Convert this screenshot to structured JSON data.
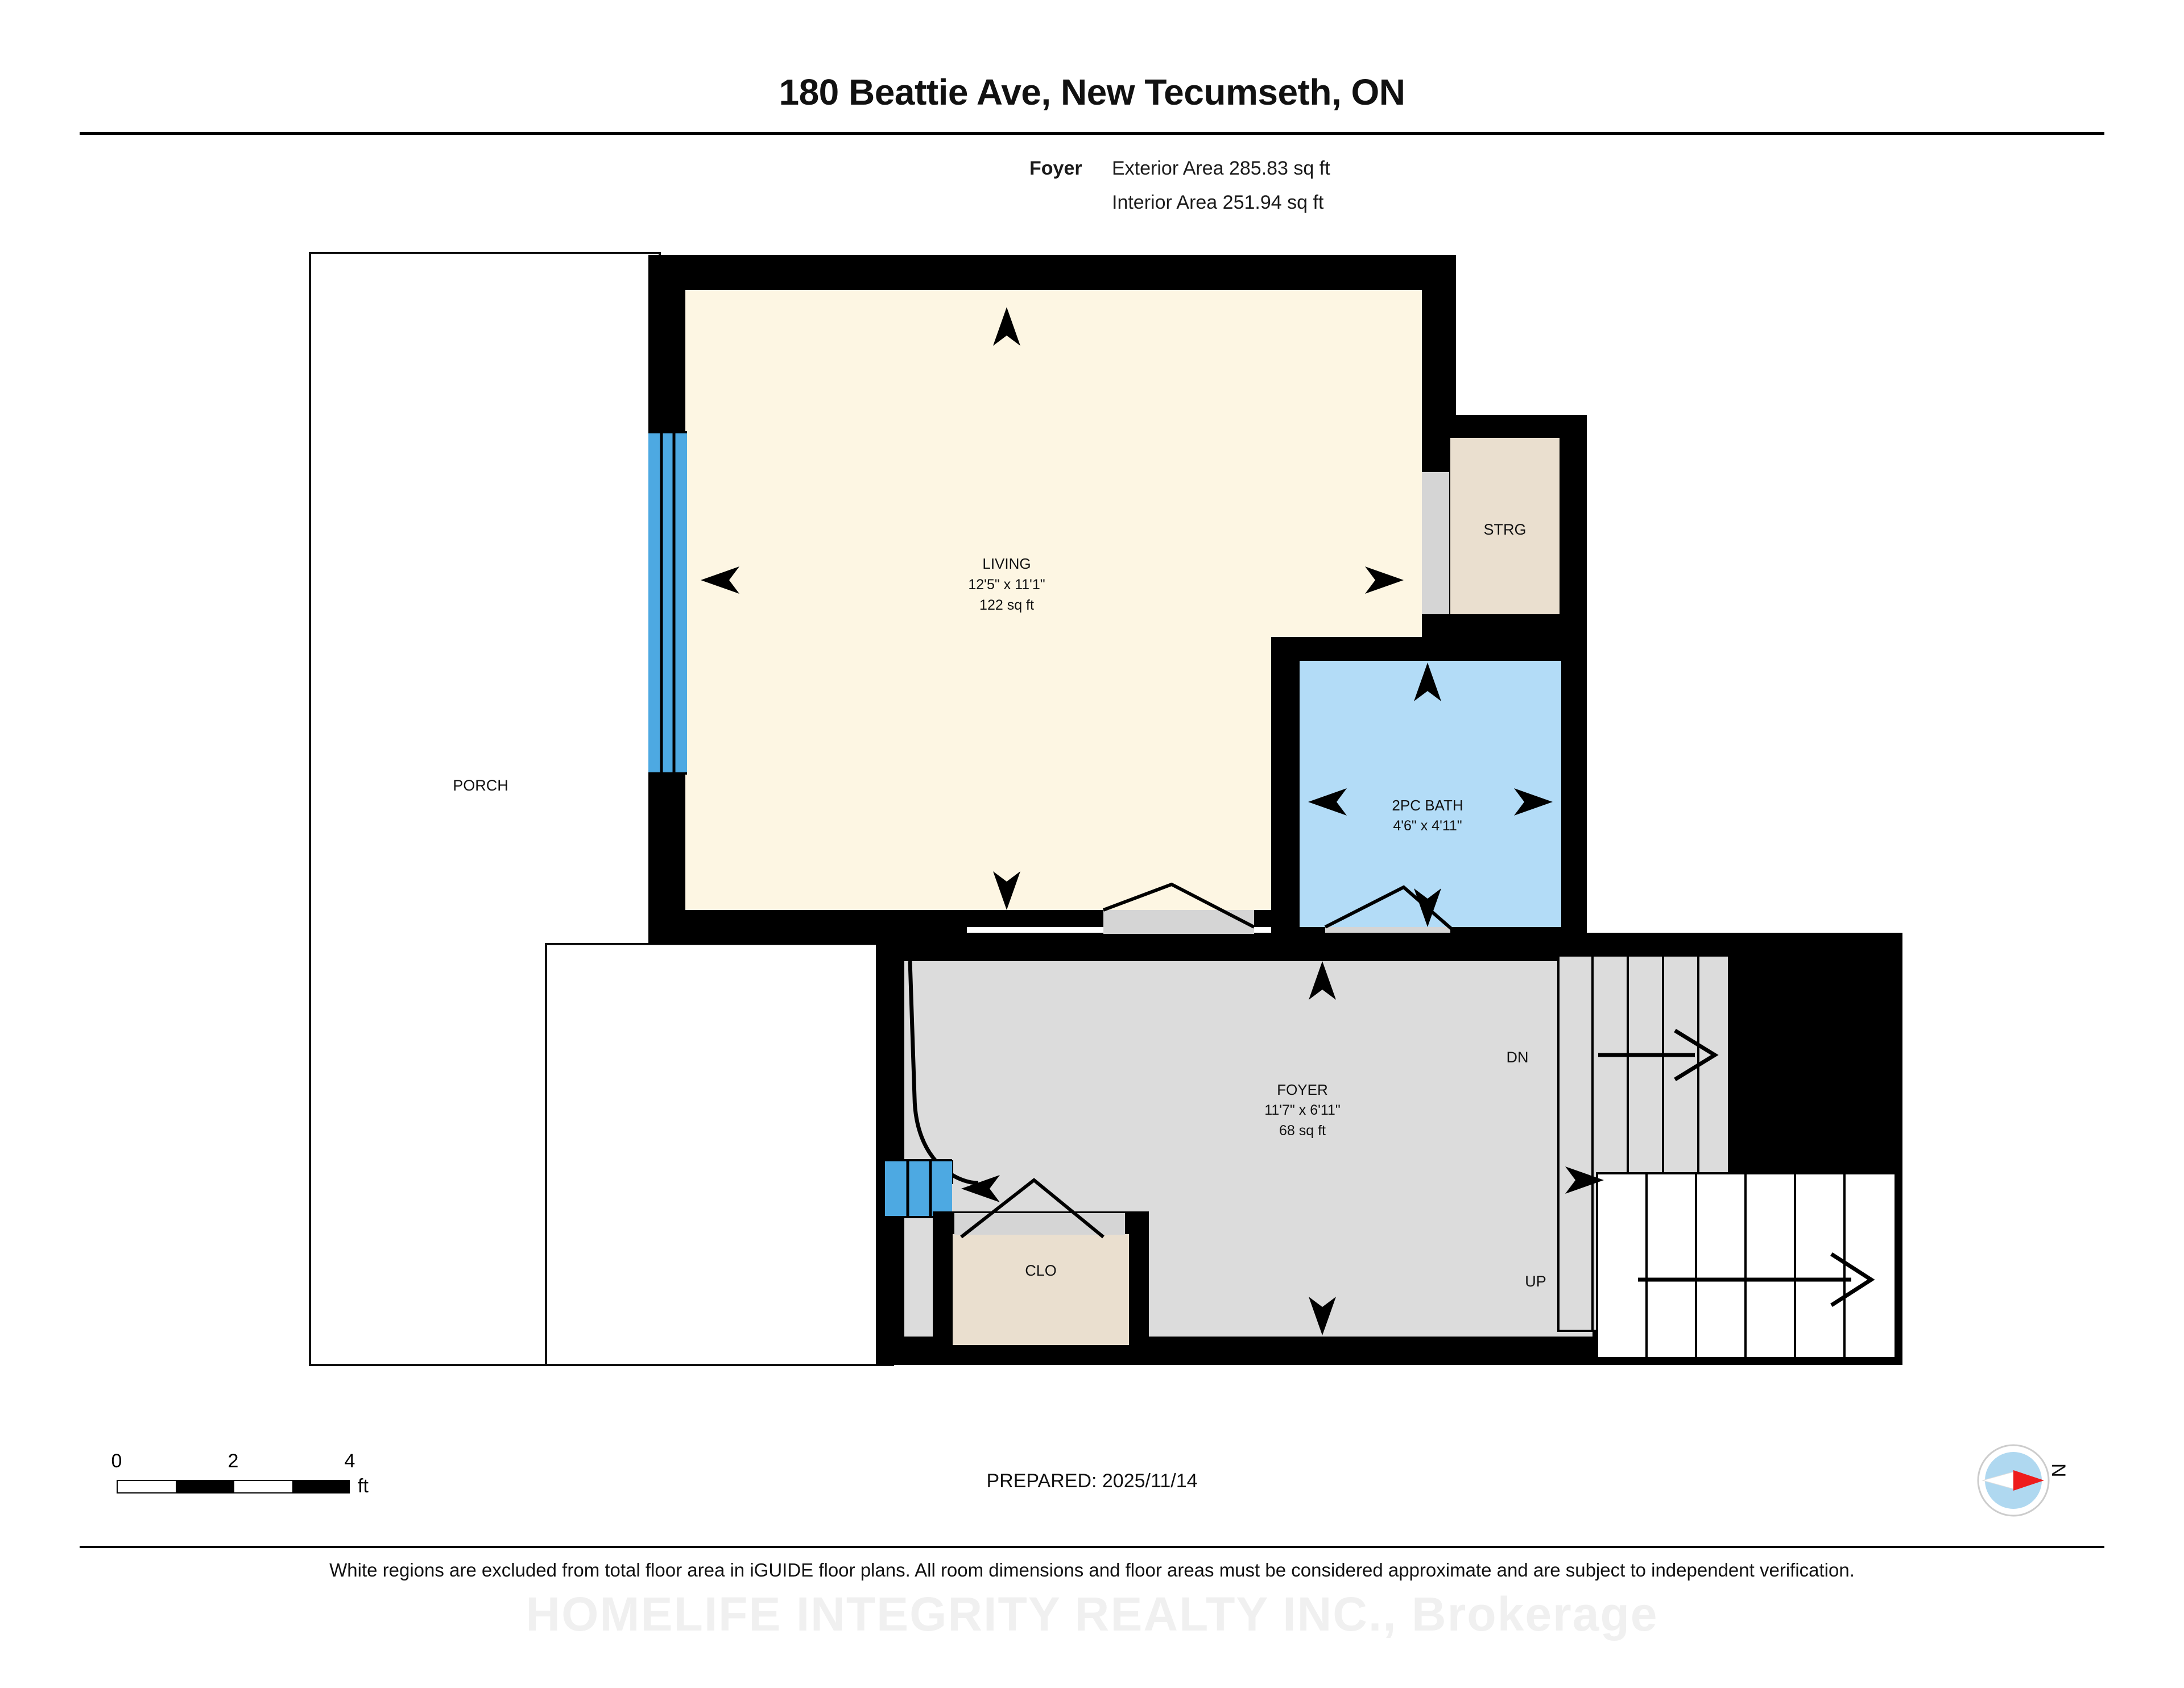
{
  "header": {
    "title": "180 Beattie Ave, New Tecumseth, ON",
    "level_label": "Foyer",
    "exterior_area": "Exterior Area 285.83 sq ft",
    "interior_area": "Interior Area 251.94 sq ft"
  },
  "rooms": {
    "living": {
      "name": "LIVING",
      "dimensions": "12'5\" x 11'1\"",
      "area": "122 sq ft",
      "fill": "#FDF6E3"
    },
    "storage": {
      "name": "STRG",
      "fill": "#EADFCF"
    },
    "bath": {
      "name": "2PC BATH",
      "dimensions": "4'6\" x 4'11\"",
      "fill": "#B3DCF7"
    },
    "foyer": {
      "name": "FOYER",
      "dimensions": "11'7\" x 6'11\"",
      "area": "68 sq ft",
      "fill": "#DCDCDC"
    },
    "closet": {
      "name": "CLO",
      "fill": "#EADFCF"
    },
    "porch": {
      "name": "PORCH",
      "fill": "#FFFFFF"
    }
  },
  "stairs": {
    "down_label": "DN",
    "up_label": "UP"
  },
  "colors": {
    "wall": "#000000",
    "window": "#4DA9E2",
    "door_threshold": "#D5D5D5",
    "living_fill": "#FDF6E3",
    "bath_fill": "#B3DCF7",
    "foyer_fill": "#DCDCDC",
    "storage_fill": "#EADFCF",
    "compass_circle": "#AFD8F0",
    "compass_needle": "#EE1C1C"
  },
  "scale": {
    "ticks": [
      "0",
      "2",
      "4"
    ],
    "unit": "ft"
  },
  "footer": {
    "prepared": "PREPARED: 2025/11/14",
    "disclaimer": "White regions are excluded from total floor area in iGUIDE floor plans. All room dimensions and floor areas must be considered approximate and are subject to independent verification.",
    "watermark": "HOMELIFE INTEGRITY REALTY INC., Brokerage",
    "compass_label": "N"
  }
}
